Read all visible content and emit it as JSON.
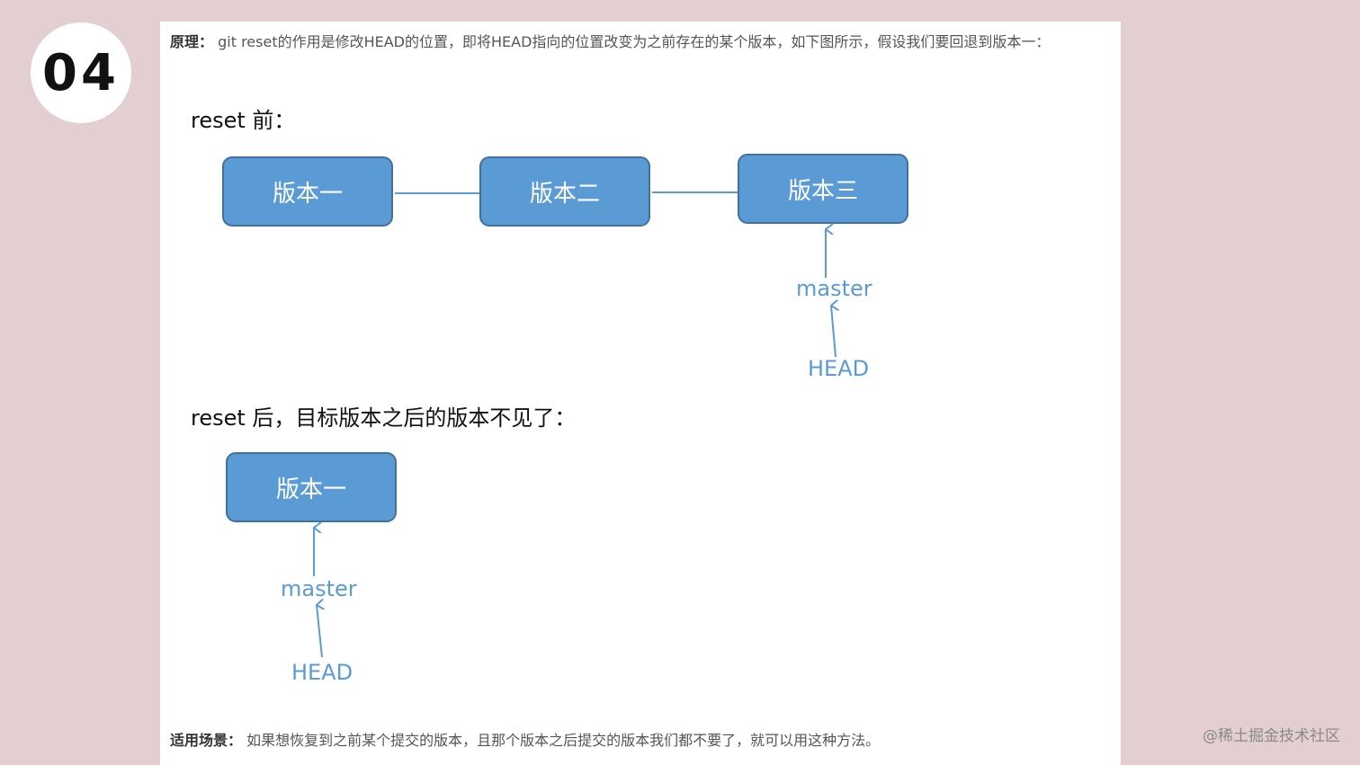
{
  "badge": "04",
  "principle": {
    "label": "原理：",
    "text": "git reset的作用是修改HEAD的位置，即将HEAD指向的位置改变为之前存在的某个版本，如下图所示，假设我们要回退到版本一："
  },
  "before": {
    "title": "reset 前：",
    "versions": [
      "版本一",
      "版本二",
      "版本三"
    ],
    "master": "master",
    "head": "HEAD"
  },
  "after": {
    "title": "reset 后，目标版本之后的版本不见了：",
    "versions": [
      "版本一"
    ],
    "master": "master",
    "head": "HEAD"
  },
  "scenario": {
    "label": "适用场景：",
    "text": "如果想恢复到之前某个提交的版本，且那个版本之后提交的版本我们都不要了，就可以用这种方法。"
  },
  "watermark": "@稀土掘金技术社区",
  "colors": {
    "box_fill": "#5b9bd5",
    "box_border": "#41719c",
    "pointer": "#5b9bd5",
    "background": "#e3cfd1"
  }
}
